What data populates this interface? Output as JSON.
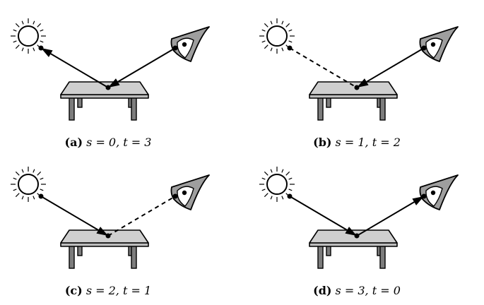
{
  "panels": [
    {
      "label": "(a)",
      "equation": "s = 0, t = 3",
      "segments": [
        {
          "from": "surface",
          "to": "light",
          "style": "solid",
          "arrow": "light"
        },
        {
          "from": "eye",
          "to": "surface",
          "style": "solid",
          "arrow": "surface"
        }
      ]
    },
    {
      "label": "(b)",
      "equation": "s = 1, t = 2",
      "segments": [
        {
          "from": "light",
          "to": "surface",
          "style": "dashed",
          "arrow": "none"
        },
        {
          "from": "eye",
          "to": "surface",
          "style": "solid",
          "arrow": "surface"
        }
      ]
    },
    {
      "label": "(c)",
      "equation": "s = 2, t = 1",
      "segments": [
        {
          "from": "light",
          "to": "surface",
          "style": "solid",
          "arrow": "surface"
        },
        {
          "from": "surface",
          "to": "eye",
          "style": "dashed",
          "arrow": "none"
        }
      ]
    },
    {
      "label": "(d)",
      "equation": "s = 3, t = 0",
      "segments": [
        {
          "from": "light",
          "to": "surface",
          "style": "solid",
          "arrow": "surface"
        },
        {
          "from": "surface",
          "to": "eye",
          "style": "solid",
          "arrow": "eye"
        }
      ]
    }
  ]
}
